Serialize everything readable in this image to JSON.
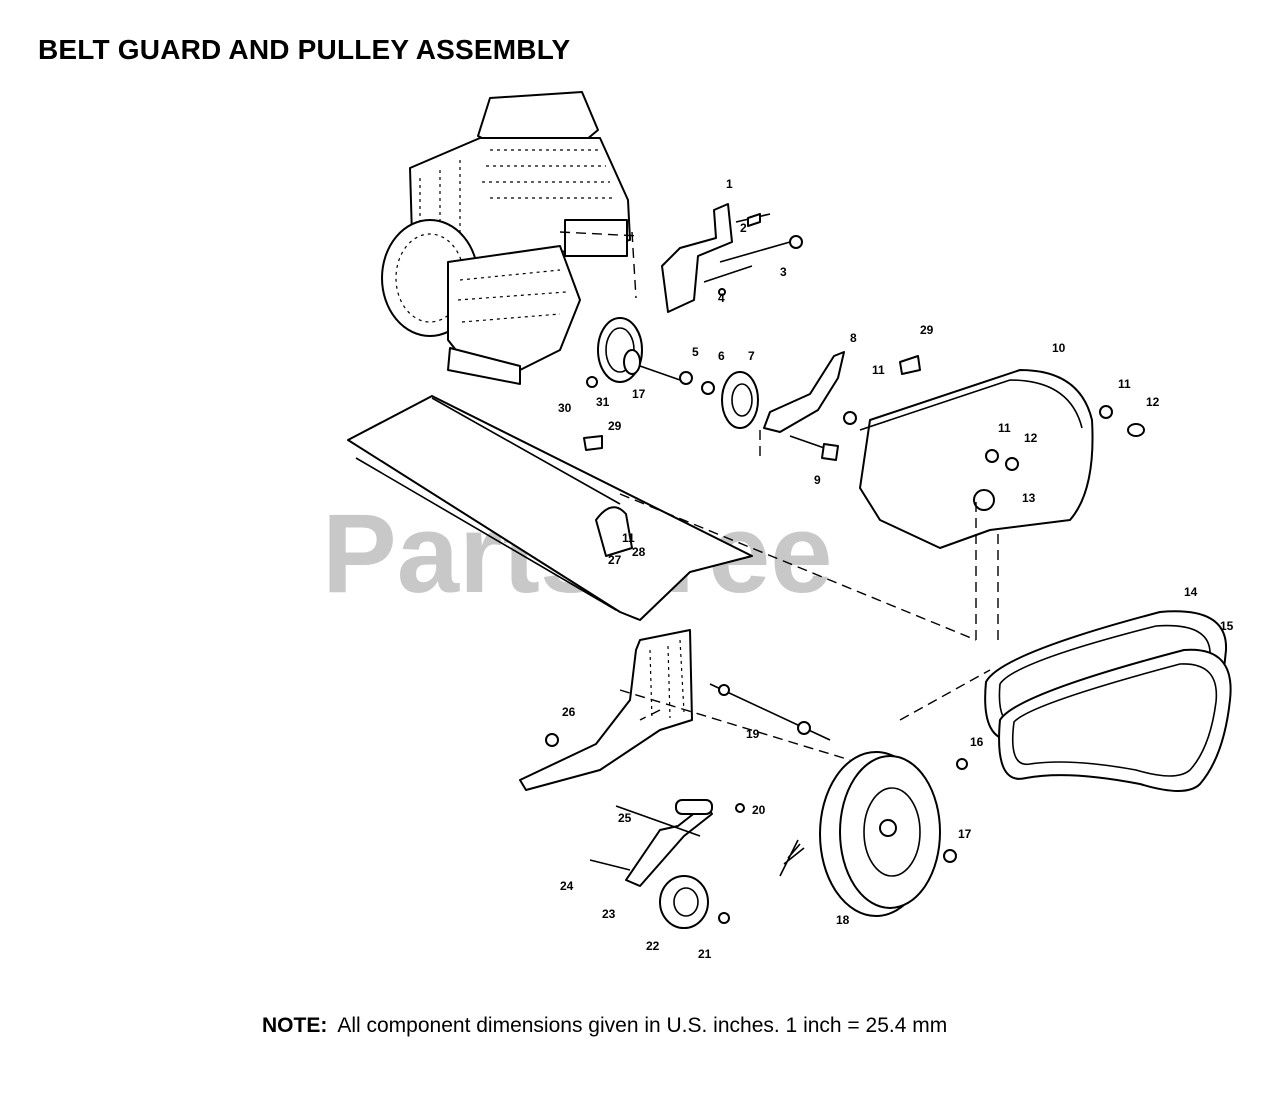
{
  "title": "BELT GUARD AND PULLEY ASSEMBLY",
  "watermark": "PartsTree",
  "trademark": "TM",
  "note": {
    "label": "NOTE:",
    "text": "All component dimensions given in U.S. inches.  1 inch = 25.4 mm"
  },
  "callouts": [
    "1",
    "2",
    "3",
    "4",
    "5",
    "6",
    "7",
    "8",
    "9",
    "10",
    "11",
    "11",
    "11",
    "11",
    "12",
    "12",
    "13",
    "14",
    "15",
    "16",
    "17",
    "17",
    "18",
    "19",
    "20",
    "21",
    "22",
    "23",
    "24",
    "25",
    "26",
    "27",
    "28",
    "29",
    "29",
    "30",
    "31"
  ],
  "colors": {
    "ink": "#000000",
    "watermark": "#9b9b9b",
    "background": "#ffffff"
  }
}
